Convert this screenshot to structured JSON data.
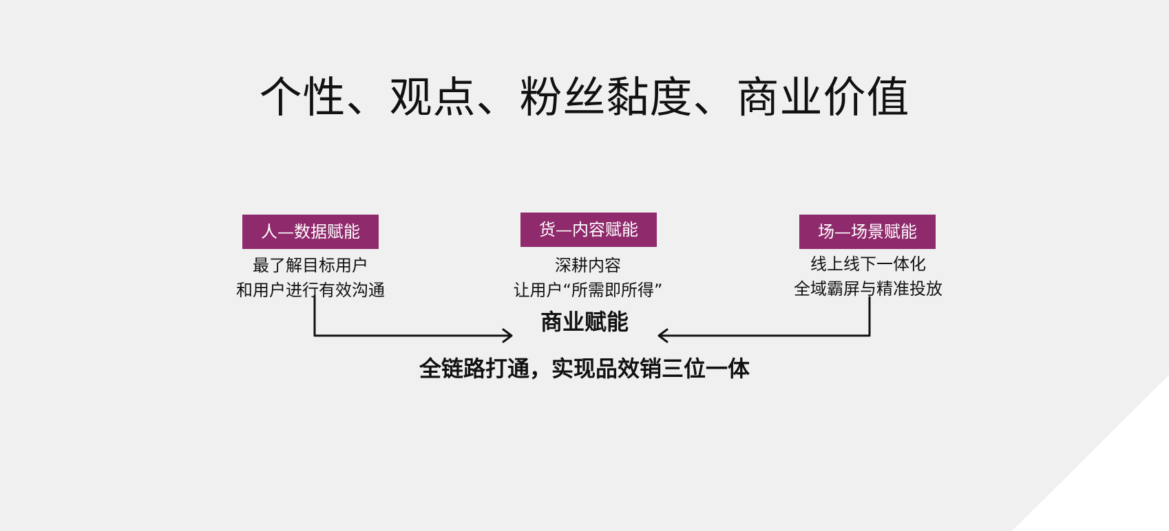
{
  "title": "个性、观点、粉丝黏度、商业价值",
  "pillars": [
    {
      "label": "人—数据赋能",
      "line1": "最了解目标用户",
      "line2": "和用户进行有效沟通"
    },
    {
      "label": "货—内容赋能",
      "line1": "深耕内容",
      "line2": "让用户“所需即所得”"
    },
    {
      "label": "场—场景赋能",
      "line1": "线上线下一体化",
      "line2": "全域霸屏与精准投放"
    }
  ],
  "center_label": "商业赋能",
  "bottom_line": "全链路打通，实现品效销三位一体",
  "colors": {
    "pill_bg": "#8f2a6c",
    "background": "#f0f0f0",
    "corner": "#ffffff"
  }
}
